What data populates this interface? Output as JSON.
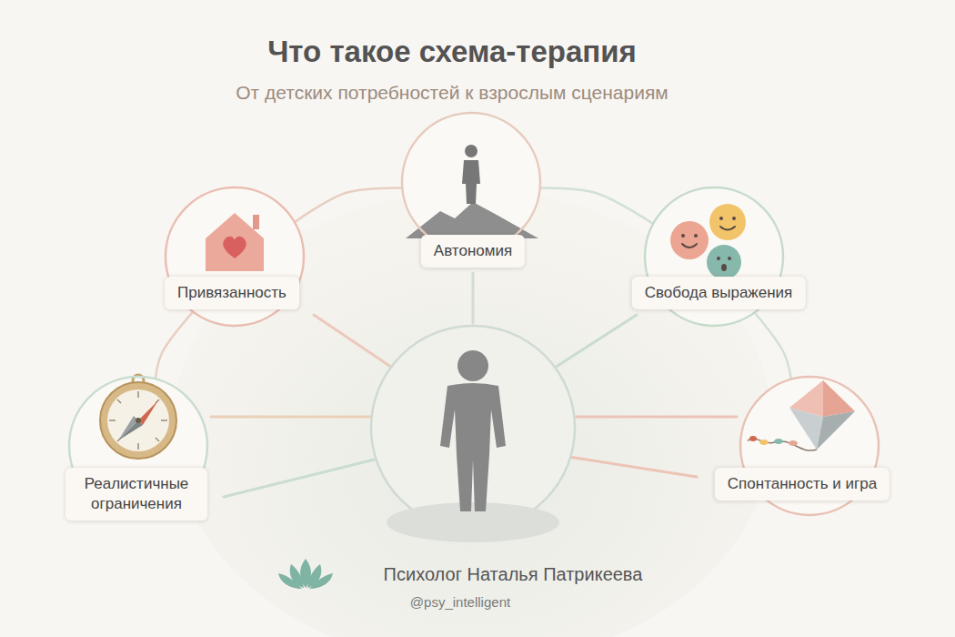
{
  "diagram": {
    "title": "Что такое схема-терапия",
    "nodes": [
      {
        "text": [
          "Автономия"
        ]
      },
      {
        "text": [
          "Привязанность"
        ]
      },
      {
        "text": [
          "Свобода выражения"
        ]
      },
      {
        "text": [
          "Реалистичные ограничения"
        ]
      },
      {
        "text": [
          "Спонтанность и игра"
        ]
      }
    ],
    "edges": [
      {
        "from": 1,
        "to": 0,
        "arrow": "none"
      },
      {
        "from": 0,
        "to": 2,
        "arrow": "none"
      },
      {
        "from": 1,
        "to": 3,
        "arrow": "none"
      },
      {
        "from": 2,
        "to": 4,
        "arrow": "none"
      }
    ],
    "labels": [
      "От детских потребностей к взрослым сценариям",
      "Психолог Наталья Патрикеева",
      "@psy_intelligent"
    ]
  }
}
